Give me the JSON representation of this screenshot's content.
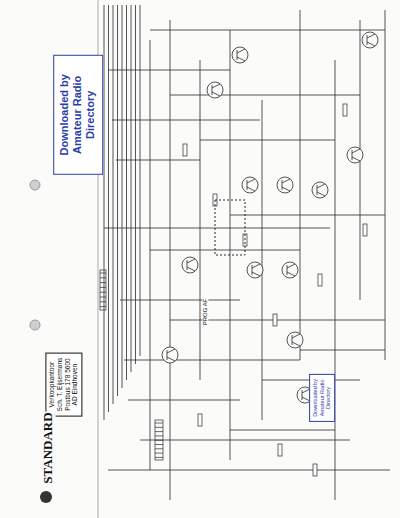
{
  "diagram": {
    "nodes": [
      {
        "text": [
          "Downloaded by Amateur Radio Directory"
        ]
      },
      {
        "text": [
          "Verkoopkantoor Sch. T. Eijsermans Postbus 178 5600 AD Eindhoven"
        ]
      },
      {
        "text": [
          "Downloaded by Amateur Radio Directory"
        ]
      }
    ],
    "labels": [
      "STANDARD",
      "PROG AF"
    ]
  }
}
